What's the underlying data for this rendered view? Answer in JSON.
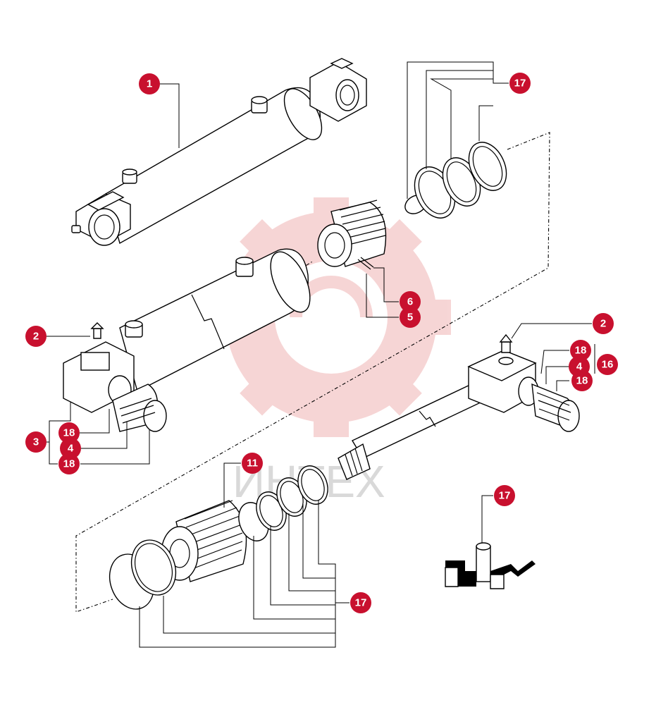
{
  "watermark": {
    "text": "ИНТЕХ",
    "color": "#e8a0a0"
  },
  "callouts": [
    {
      "id": "c1",
      "label": "1"
    },
    {
      "id": "c17a",
      "label": "17"
    },
    {
      "id": "c6",
      "label": "6"
    },
    {
      "id": "c5",
      "label": "5"
    },
    {
      "id": "c2a",
      "label": "2"
    },
    {
      "id": "c2b",
      "label": "2"
    },
    {
      "id": "c18a",
      "label": "18"
    },
    {
      "id": "c16",
      "label": "16"
    },
    {
      "id": "c4a",
      "label": "4"
    },
    {
      "id": "c18b",
      "label": "18"
    },
    {
      "id": "c3",
      "label": "3"
    },
    {
      "id": "c18c",
      "label": "18"
    },
    {
      "id": "c4b",
      "label": "4"
    },
    {
      "id": "c18d",
      "label": "18"
    },
    {
      "id": "c11",
      "label": "11"
    },
    {
      "id": "c17b",
      "label": "17"
    },
    {
      "id": "c17c",
      "label": "17"
    }
  ],
  "badge_color": "#c8102e"
}
